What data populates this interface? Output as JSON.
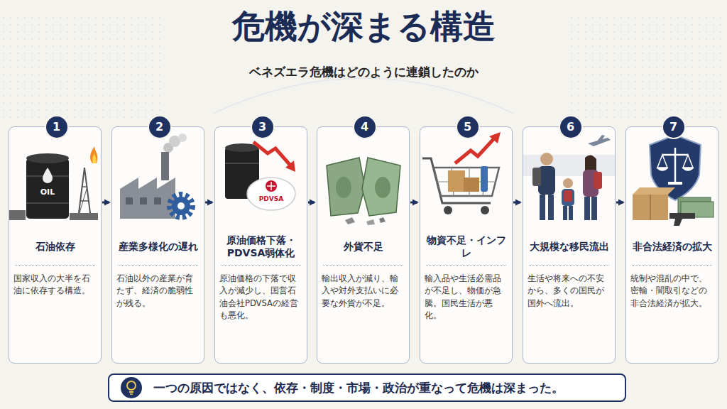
{
  "diagram": {
    "title": "危機が深まる構造",
    "nodes": [
      {
        "text": [
          "石油依存",
          "国家収入の大半を石油に依存する構造。"
        ]
      },
      {
        "text": [
          "1"
        ],
        "in": 0
      },
      {
        "text": [
          "産業多様化の遅れ",
          "石油以外の産業が育たず、経済の脆弱性が残る。"
        ]
      },
      {
        "text": [
          "2"
        ],
        "in": 2
      },
      {
        "text": [
          "原油価格下落・PDVSA弱体化",
          "原油価格の下落で収入が減少し、国営石油会社PDVSAの経営も悪化。"
        ]
      },
      {
        "text": [
          "3"
        ],
        "in": 4
      },
      {
        "text": [
          "外貨不足",
          "輸出収入が減り、輸入や対外支払いに必要な外貨が不足。"
        ]
      },
      {
        "text": [
          "4"
        ],
        "in": 6
      },
      {
        "text": [
          "物資不足・インフレ",
          "輸入品や生活必需品が不足し、物価が急騰。国民生活が悪化。"
        ]
      },
      {
        "text": [
          "5"
        ],
        "in": 8
      },
      {
        "text": [
          "大規模な移民流出",
          "生活や将来への不安から、多くの国民が国外へ流出。"
        ]
      },
      {
        "text": [
          "6"
        ],
        "in": 10
      },
      {
        "text": [
          "非合法経済の拡大",
          "統制や混乱の中で、密輸・闇取引などの非合法経済が拡大。"
        ]
      },
      {
        "text": [
          "7"
        ],
        "in": 12
      },
      {
        "text": [
          "一つの原因ではなく、依存・制度・市場・政治が重なって危機は深まった。"
        ]
      }
    ],
    "edges": [
      {
        "from": 0,
        "to": 2,
        "arrow": "to"
      },
      {
        "from": 2,
        "to": 4,
        "arrow": "to"
      },
      {
        "from": 4,
        "to": 6,
        "arrow": "to"
      },
      {
        "from": 6,
        "to": 8,
        "arrow": "to"
      },
      {
        "from": 8,
        "to": 10,
        "arrow": "to"
      },
      {
        "from": 10,
        "to": 12,
        "arrow": "to"
      }
    ],
    "labels": [
      "ベネズエラ危機はどのように連鎖したのか",
      "OIL",
      "PDVSA"
    ]
  }
}
